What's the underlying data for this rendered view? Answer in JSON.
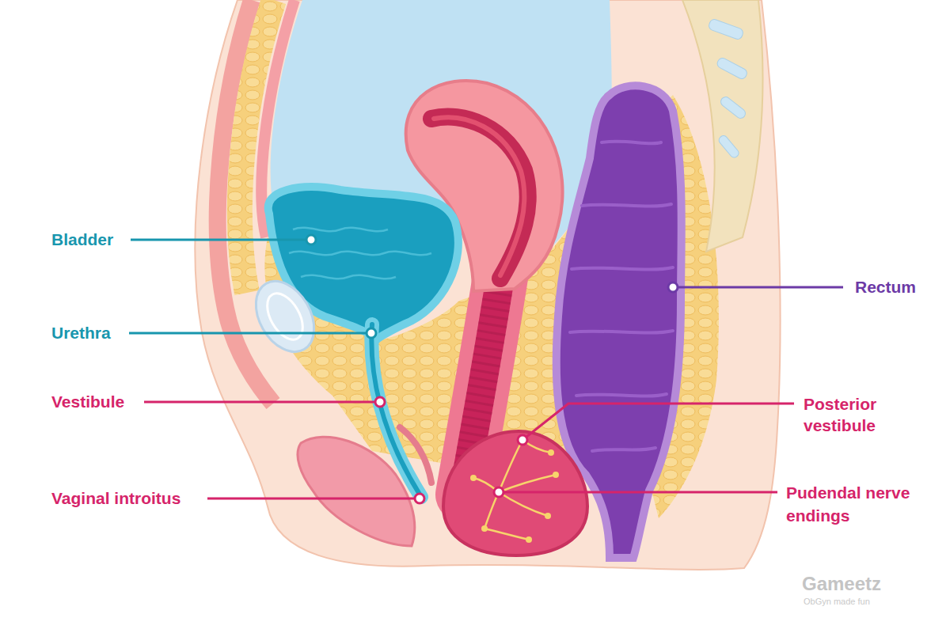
{
  "diagram": {
    "labels": [
      "Bladder",
      "Urethra",
      "Vestibule",
      "Vaginal introitus",
      "Rectum",
      "Posterior vestibule",
      "Pudendal nerve endings",
      "Gameetz",
      "ObGyn made fun"
    ]
  }
}
